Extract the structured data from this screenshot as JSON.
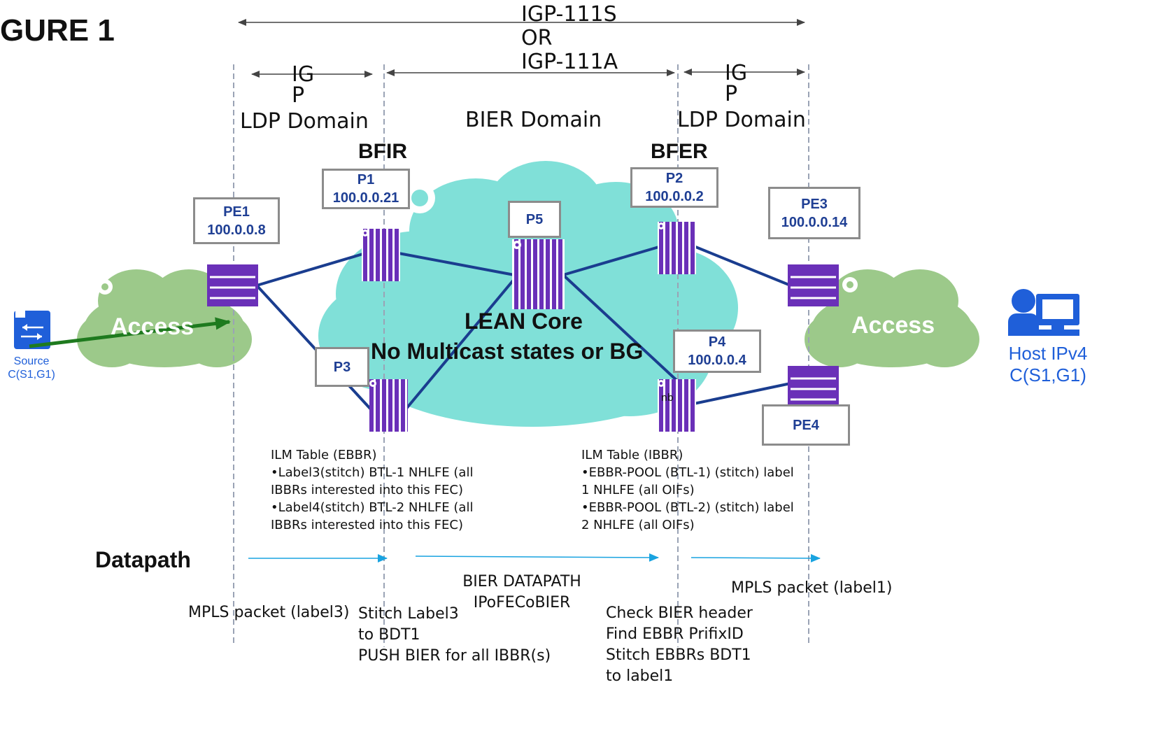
{
  "figure_label": "GURE 1",
  "igp_top": [
    "IGP-111S",
    "OR",
    "IGP-111A"
  ],
  "igp_left": [
    "IG",
    "P"
  ],
  "igp_right": [
    "IG",
    "P"
  ],
  "domains": {
    "left_ldp": "LDP Domain",
    "bier": "BIER Domain",
    "right_ldp": "LDP Domain"
  },
  "roles": {
    "bfir": "BFIR",
    "bfer": "BFER"
  },
  "nodes": {
    "pe1": {
      "name": "PE1",
      "ip": "100.0.0.8"
    },
    "p1": {
      "name": "P1",
      "ip": "100.0.0.21"
    },
    "p2": {
      "name": "P2",
      "ip": "100.0.0.2"
    },
    "p5": {
      "name": "P5"
    },
    "pe3": {
      "name": "PE3",
      "ip": "100.0.0.14"
    },
    "p3": {
      "name": "P3"
    },
    "p4": {
      "name": "P4",
      "ip": "100.0.0.4"
    },
    "pe4": {
      "name": "PE4"
    }
  },
  "clouds": {
    "access_left": "Access",
    "access_right": "Access",
    "core_line1": "LEAN Core",
    "core_line2": "No Multicast states or BG"
  },
  "source": {
    "label1": "Source",
    "label2": "C(S1,G1)"
  },
  "host": {
    "label1": "Host IPv4",
    "label2": "C(S1,G1)"
  },
  "ilm_left": [
    "ILM Table (EBBR)",
    "•Label3(stitch) BTL-1 NHLFE (all",
    "IBBRs interested into this FEC)",
    "•Label4(stitch) BTL-2 NHLFE (all",
    "IBBRs interested into this FEC)"
  ],
  "ilm_right": [
    "ILM Table (IBBR)",
    "•EBBR-POOL (BTL-1) (stitch) label",
    "1 NHLFE (all OIFs)",
    "•EBBR-POOL (BTL-2) (stitch) label",
    "2 NHLFE (all OIFs)"
  ],
  "datapath": {
    "heading": "Datapath",
    "bier_datapath": [
      "BIER DATAPATH",
      "IPoFECoBIER"
    ],
    "mpls_left": "MPLS packet (label3)",
    "stitch_left": [
      "Stitch Label3",
      "to BDT1",
      "PUSH BIER for all IBBR(s)"
    ],
    "check_bier": [
      "Check BIER header",
      "Find EBBR PrifixID",
      "Stitch EBBRs BDT1",
      "to label1"
    ],
    "mpls_right": "MPLS packet (label1)"
  },
  "router_small_label": "nb",
  "colors": {
    "node_text": "#1f3f94",
    "link": "#1a3d8f",
    "router": "#6a30b8",
    "access_cloud": "#9cc98a",
    "core_cloud": "#80e0d8",
    "datapath_arrow": "#19a3e0",
    "green_arrow": "#1e7a1e",
    "host_blue": "#1f5fd9"
  }
}
